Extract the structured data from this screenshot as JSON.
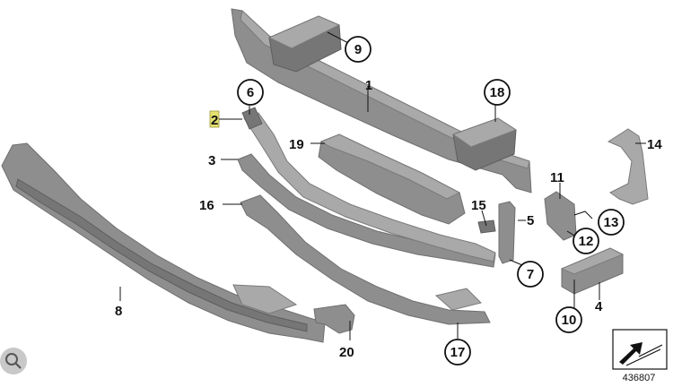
{
  "callouts": {
    "c1": "1",
    "c2": "2",
    "c3": "3",
    "c4": "4",
    "c5": "5",
    "c6": "6",
    "c7": "7",
    "c8": "8",
    "c9": "9",
    "c10": "10",
    "c11": "11",
    "c12": "12",
    "c13": "13",
    "c14": "14",
    "c15": "15",
    "c16": "16",
    "c17": "17",
    "c18": "18",
    "c19": "19",
    "c20": "20"
  },
  "reference_number": "436807",
  "colors": {
    "part": "#8e8e8e",
    "highlight": "#e4e070"
  },
  "icons": {
    "search_badge": "search-icon"
  }
}
